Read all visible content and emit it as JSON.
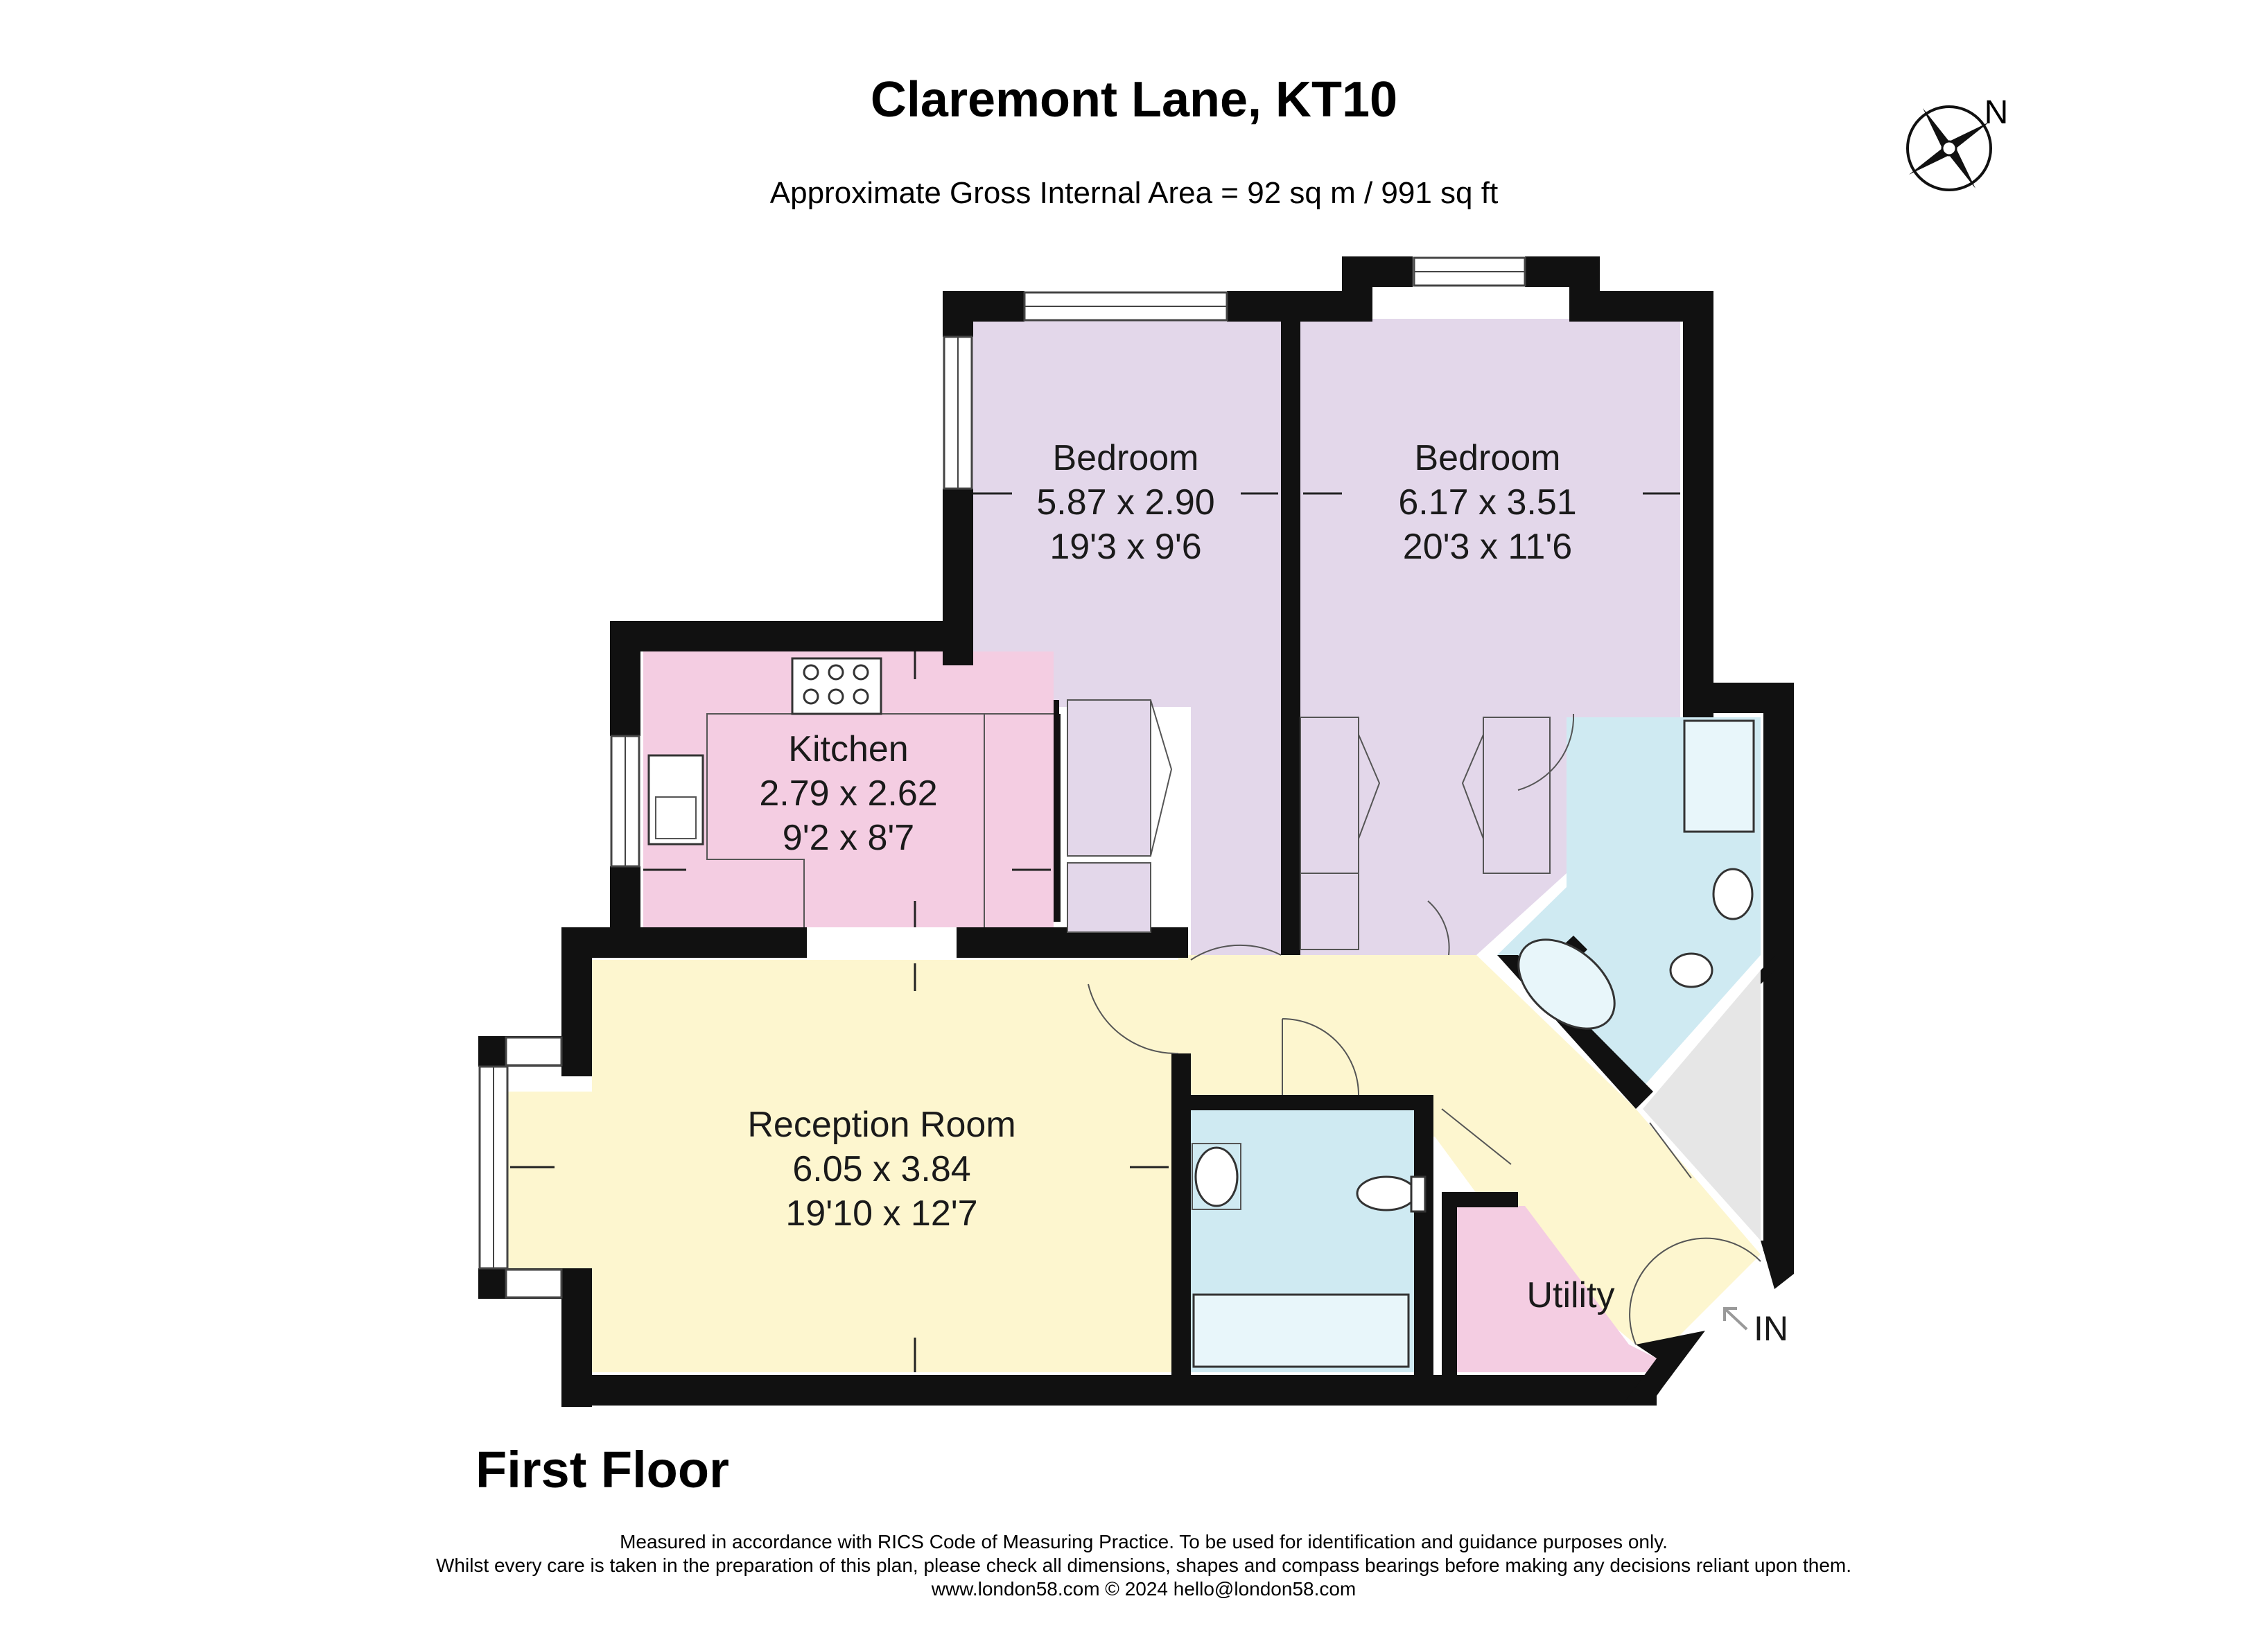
{
  "header": {
    "title": "Claremont Lane, KT10",
    "area": "Approximate Gross Internal Area = 92 sq m / 991 sq ft"
  },
  "compass": {
    "label": "N",
    "icon": "compass-rose-icon"
  },
  "rooms": {
    "bedroom1": {
      "name": "Bedroom",
      "metric": "5.87 x 2.90",
      "imperial": "19'3 x 9'6"
    },
    "bedroom2": {
      "name": "Bedroom",
      "metric": "6.17 x 3.51",
      "imperial": "20'3 x 11'6"
    },
    "kitchen": {
      "name": "Kitchen",
      "metric": "2.79 x 2.62",
      "imperial": "9'2 x 8'7"
    },
    "reception": {
      "name": "Reception Room",
      "metric": "6.05 x 3.84",
      "imperial": "19'10 x 12'7"
    },
    "utility": {
      "name": "Utility"
    }
  },
  "entrance": {
    "label": "IN"
  },
  "floor_label": "First Floor",
  "footer": {
    "line1": "Measured in accordance with RICS Code of Measuring Practice. To be used for identification and guidance purposes only.",
    "line2": "Whilst every care is taken in the preparation of this plan, please check all dimensions, shapes and compass bearings before making any decisions reliant upon them.",
    "line3": "www.london58.com © 2024 hello@london58.com"
  },
  "colors": {
    "bedroom": "#e3d7ea",
    "kitchen": "#f4cde2",
    "reception": "#fdf6cf",
    "bathroom": "#cfeaf2",
    "store": "#e6e6e6",
    "wall": "#111111"
  }
}
